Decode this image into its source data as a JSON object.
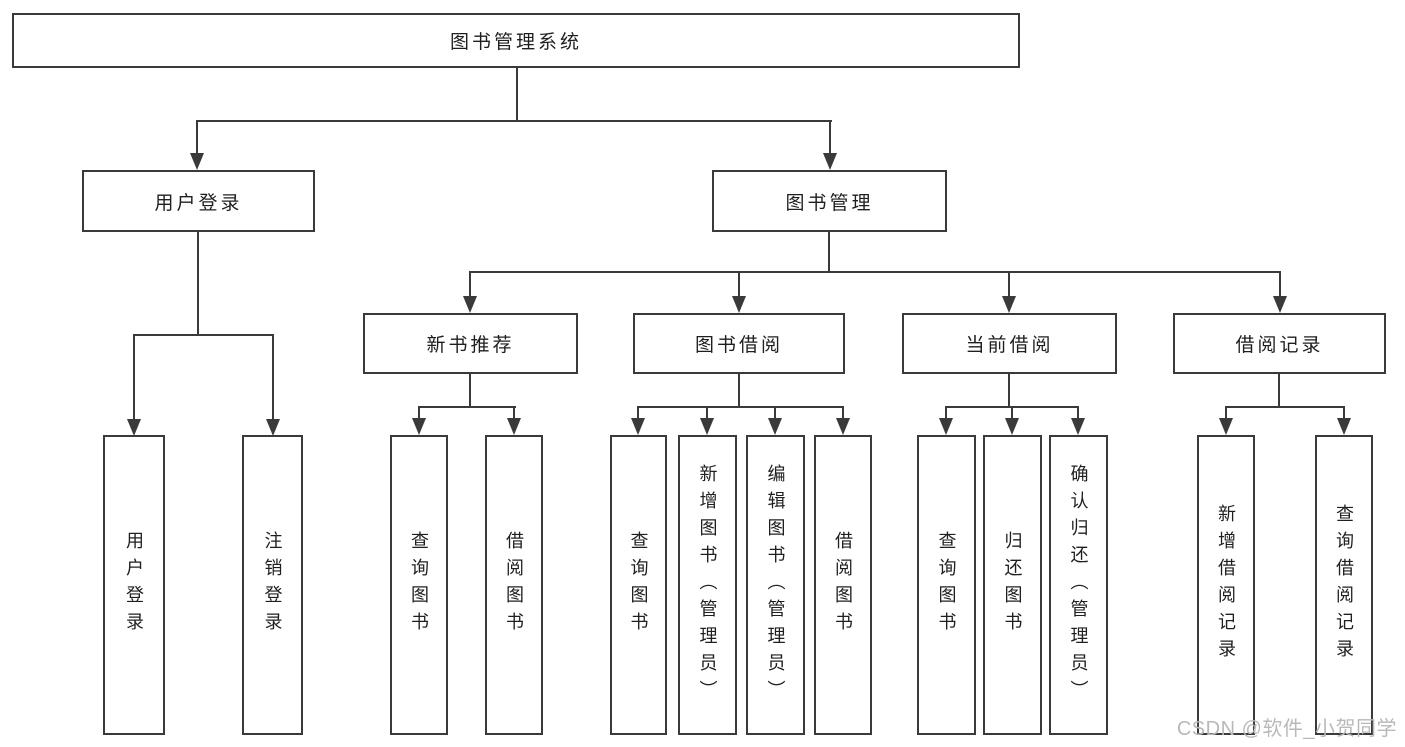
{
  "page": {
    "background": "#ffffff",
    "ink_color": "#3a3a3a",
    "watermark_color": "#b9b9b9"
  },
  "diagram": {
    "root": {
      "label": "图书管理系统"
    },
    "branches": [
      {
        "label": "用户登录",
        "children": [
          "用户登录",
          "注销登录"
        ]
      },
      {
        "label": "图书管理",
        "sections": [
          {
            "label": "新书推荐",
            "children": [
              "查询图书",
              "借阅图书"
            ]
          },
          {
            "label": "图书借阅",
            "children": [
              "查询图书",
              "新增图书（管理员）",
              "编辑图书（管理员）",
              "借阅图书"
            ]
          },
          {
            "label": "当前借阅",
            "children": [
              "查询图书",
              "归还图书",
              "确认归还（管理员）"
            ]
          },
          {
            "label": "借阅记录",
            "children": [
              "新增借阅记录",
              "查询借阅记录"
            ]
          }
        ]
      }
    ]
  },
  "watermark": {
    "text": "CSDN @软件_小贺同学"
  }
}
